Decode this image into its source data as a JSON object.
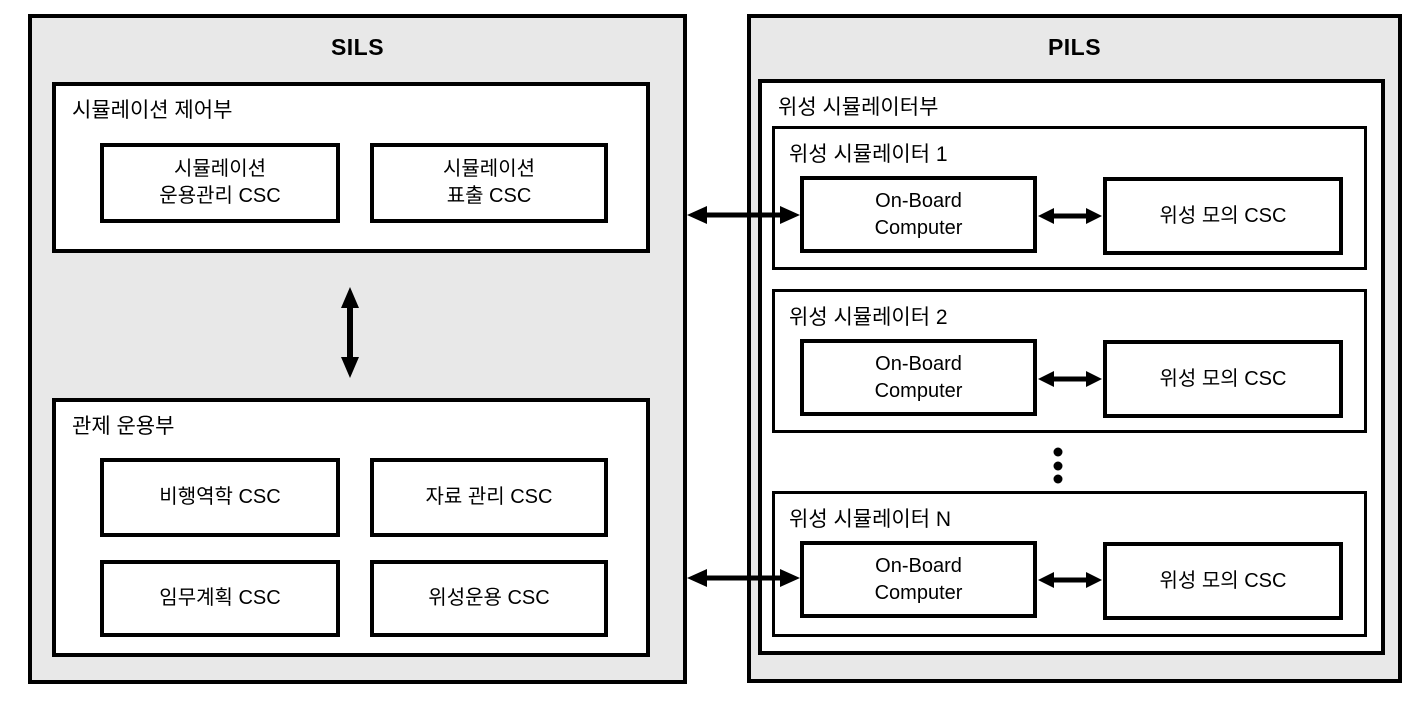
{
  "sils": {
    "title": "SILS",
    "control_section": {
      "label": "시뮬레이션 제어부",
      "csc_boxes": [
        {
          "line1": "시뮬레이션",
          "line2": "운용관리 CSC"
        },
        {
          "line1": "시뮬레이션",
          "line2": "표출 CSC"
        }
      ]
    },
    "ops_section": {
      "label": "관제 운용부",
      "csc_boxes": [
        {
          "label": "비행역학 CSC"
        },
        {
          "label": "자료 관리 CSC"
        },
        {
          "label": "임무계획 CSC"
        },
        {
          "label": "위성운용 CSC"
        }
      ]
    }
  },
  "pils": {
    "title": "PILS",
    "simulator_section": {
      "label": "위성 시뮬레이터부",
      "simulators": [
        {
          "label": "위성 시뮬레이터 1",
          "obc": {
            "line1": "On-Board",
            "line2": "Computer"
          },
          "csc_label": "위성 모의 CSC"
        },
        {
          "label": "위성 시뮬레이터 2",
          "obc": {
            "line1": "On-Board",
            "line2": "Computer"
          },
          "csc_label": "위성 모의 CSC"
        },
        {
          "label": "위성 시뮬레이터 N",
          "obc": {
            "line1": "On-Board",
            "line2": "Computer"
          },
          "csc_label": "위성 모의 CSC"
        }
      ]
    }
  },
  "icons": {
    "vertical_ellipsis": "more-simulators-indicator"
  },
  "colors": {
    "panel_bg": "#e8e8e8",
    "box_bg": "#ffffff",
    "line": "#000000"
  }
}
